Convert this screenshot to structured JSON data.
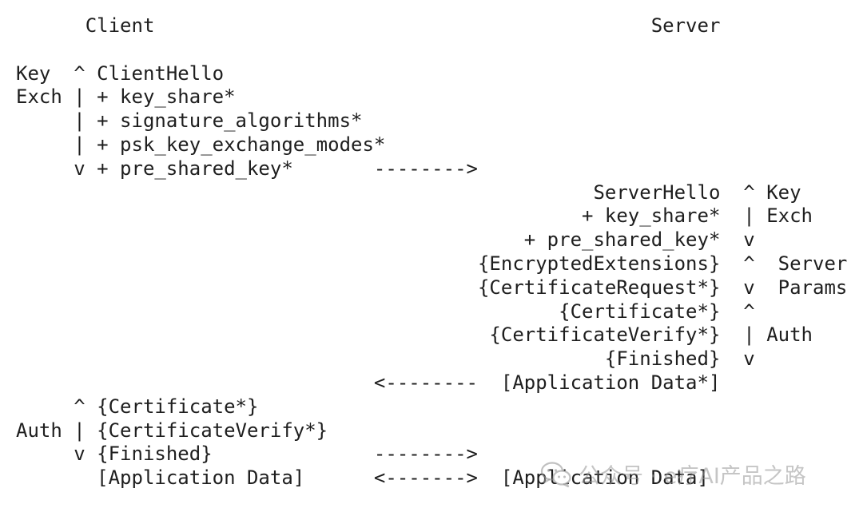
{
  "diagram": {
    "lines": [
      "      Client                                           Server",
      "",
      "Key  ^ ClientHello",
      "Exch | + key_share*",
      "     | + signature_algorithms*",
      "     | + psk_key_exchange_modes*",
      "     v + pre_shared_key*       -------->",
      "                                                  ServerHello  ^ Key",
      "                                                 + key_share*  | Exch",
      "                                            + pre_shared_key*  v",
      "                                        {EncryptedExtensions}  ^  Server",
      "                                        {CertificateRequest*}  v  Params",
      "                                               {Certificate*}  ^",
      "                                         {CertificateVerify*}  | Auth",
      "                                                   {Finished}  v",
      "                               <--------  [Application Data*]",
      "     ^ {Certificate*}",
      "Auth | {CertificateVerify*}",
      "     v {Finished}              -------->",
      "       [Application Data]      <------->  [Application Data]"
    ]
  },
  "watermark": {
    "icon": "wechat-icon",
    "text": "公众号 · e疗AI产品之路"
  }
}
